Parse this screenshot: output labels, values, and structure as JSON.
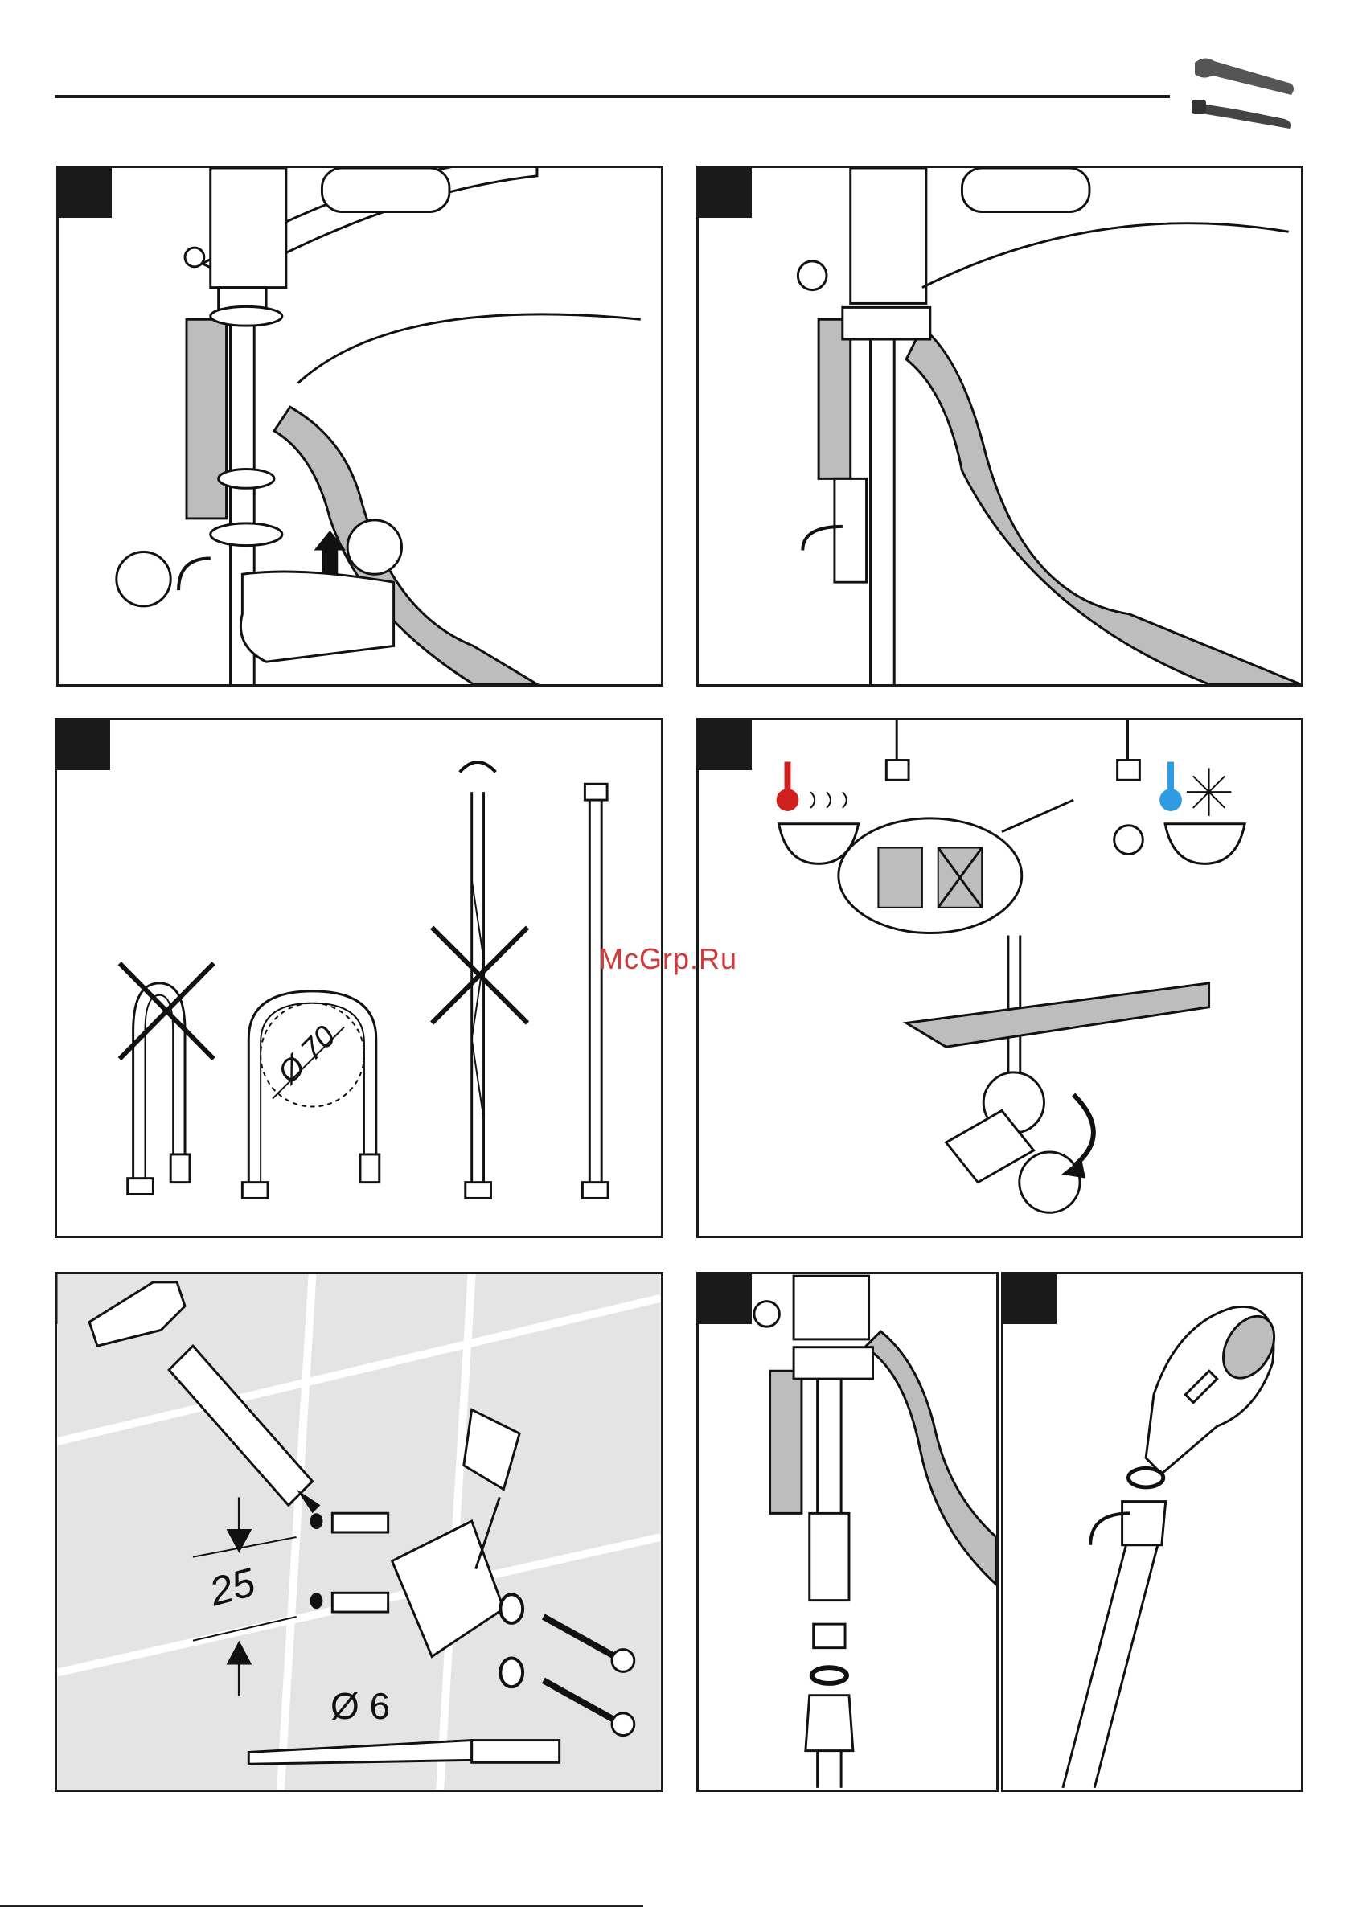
{
  "header": {
    "icon": "wrench-screwdriver-icon"
  },
  "panels": [
    {
      "id": "p1",
      "step": "",
      "icon": "remove-nut-icon"
    },
    {
      "id": "p2",
      "step": "",
      "icon": "screwdriver-tighten-icon"
    },
    {
      "id": "p3",
      "step": "",
      "icon": "hose-bend-icon",
      "dimension": "Ø 70"
    },
    {
      "id": "p4",
      "step": "",
      "icon": "hot-cold-connection-icon"
    },
    {
      "id": "p5",
      "step": "",
      "icon": "wall-mount-icon",
      "dimension_spacing": "25",
      "dimension_drill": "Ø 6"
    },
    {
      "id": "p6",
      "step": "",
      "icon": "hose-connection-icon"
    },
    {
      "id": "p7",
      "step": "",
      "icon": "handshower-icon"
    }
  ],
  "watermark": "McGrp.Ru",
  "colors": {
    "line": "#1a1a1a",
    "hot": "#d01f1f",
    "cold": "#2f9be0",
    "shade": "#bdbdbd",
    "tile": "#e4e4e4"
  }
}
